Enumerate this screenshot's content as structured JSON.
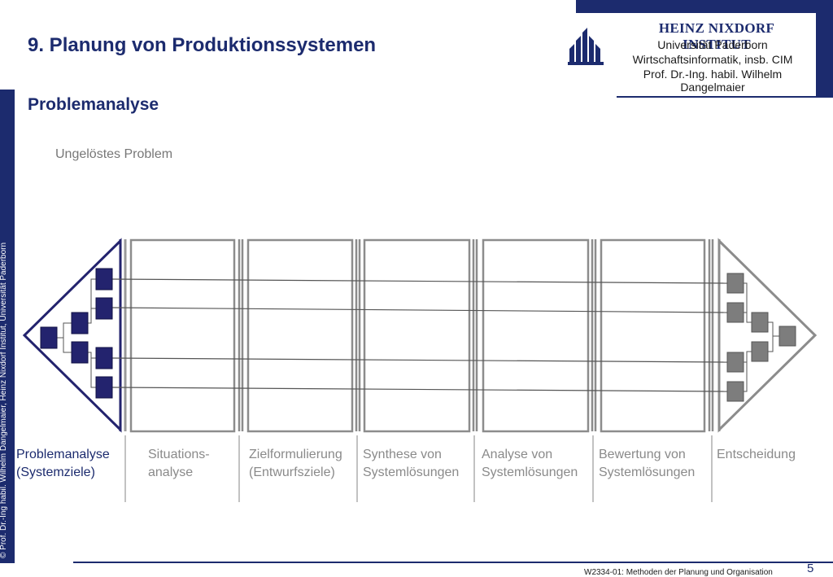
{
  "slide": {
    "title": "9. Planung von Produktionssystemen",
    "subtitle": "Problemanalyse",
    "unsolved_label": "Ungelöstes Problem"
  },
  "institute": {
    "name": "HEINZ NIXDORF INSTITUT",
    "line1": "Universität Paderborn",
    "line2": "Wirtschaftsinformatik, insb. CIM",
    "line3": "Prof. Dr.-Ing. habil. Wilhelm Dangelmaier"
  },
  "phases": [
    {
      "line1": "Problemanalyse",
      "line2": "(Systemziele)"
    },
    {
      "line1": "Situations-",
      "line2": "analyse"
    },
    {
      "line1": "Zielformulierung",
      "line2": "(Entwurfsziele)"
    },
    {
      "line1": "Synthese von",
      "line2": "Systemlösungen"
    },
    {
      "line1": "Analyse von",
      "line2": "Systemlösungen"
    },
    {
      "line1": "Bewertung von",
      "line2": "Systemlösungen"
    },
    {
      "line1": "Entscheidung",
      "line2": ""
    }
  ],
  "footer": {
    "course": "W2334-01: Methoden der Planung und Organisation",
    "page": "5",
    "copyright": "© Prof. Dr.-Ing habil. Wilhelm Dangelmaier, Heinz Nixdorf Institut, Universität Paderborn"
  },
  "colors": {
    "brand": "#1c2b6e",
    "accent_node": "#23236e",
    "grey_node": "#7d7d7d"
  },
  "icons": {
    "logo": "heinz-nixdorf-logo"
  }
}
